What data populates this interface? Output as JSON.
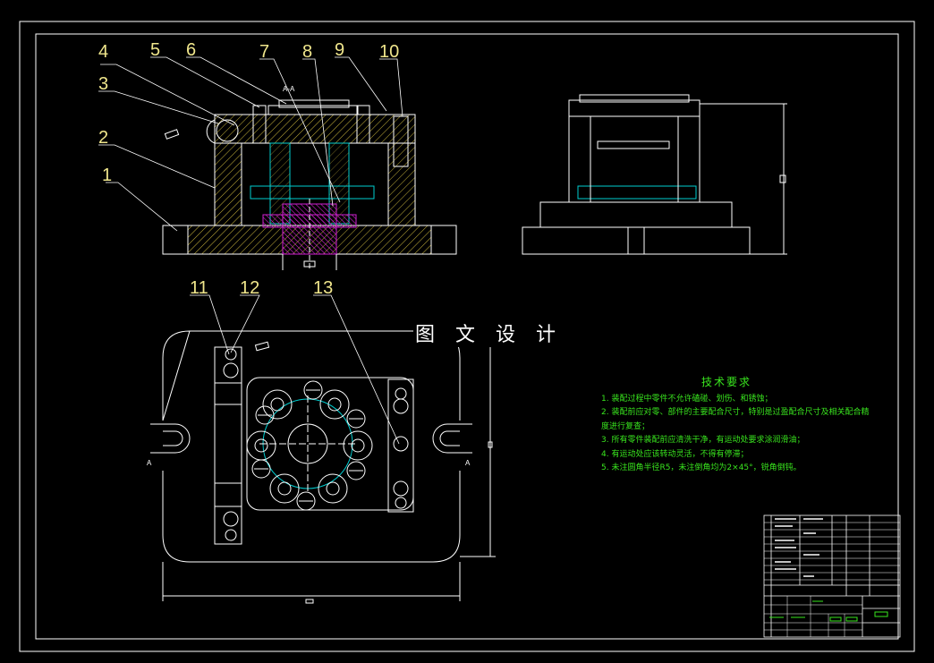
{
  "part_numbers": [
    "1",
    "2",
    "3",
    "4",
    "5",
    "6",
    "7",
    "8",
    "9",
    "10",
    "11",
    "12",
    "13"
  ],
  "section_label": "A-A",
  "view_marker": "A",
  "watermark": "图 文 设 计",
  "tech_requirements": {
    "title": "技术要求",
    "items": [
      "1. 装配过程中零件不允许磕碰、划伤、和锈蚀；",
      "2. 装配前应对零、部件的主要配合尺寸，特别是过盈配合尺寸及相关配合精",
      "度进行复查；",
      "3. 所有零件装配前应清洗干净，有运动处要求涂润滑油；",
      "4. 有运动处应该转动灵活，不得有停滞；",
      "5. 未注圆角半径R5，未注倒角均为2×45°，锐角倒钝。"
    ]
  },
  "colors": {
    "background": "#000000",
    "lines": "#ffffff",
    "leaders": "#ffffff",
    "labels": "#f0e68c",
    "hidden": "#00ced1",
    "hatch": "#c8b43c",
    "highlight": "#d020d0",
    "text_green": "#39e61e"
  }
}
